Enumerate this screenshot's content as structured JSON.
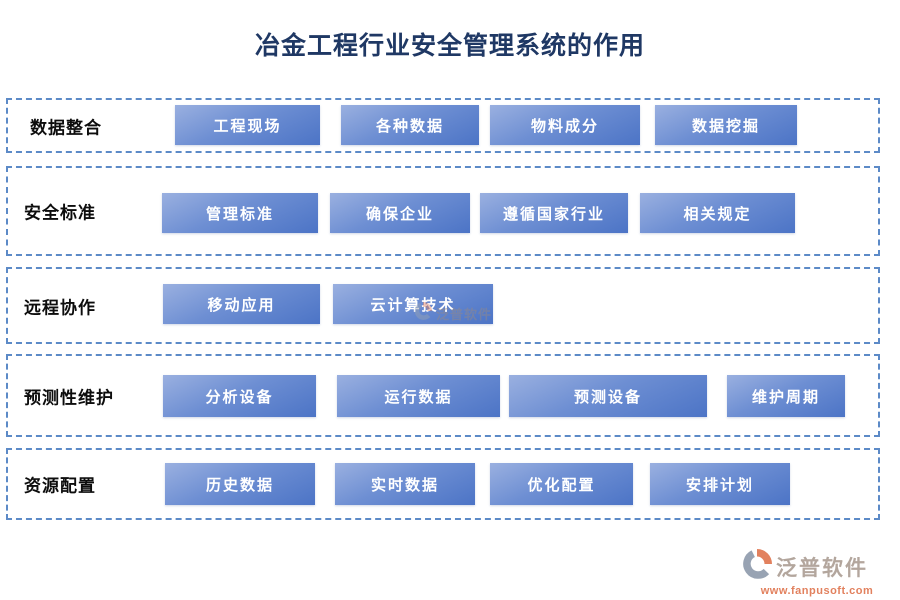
{
  "title": "冶金工程行业安全管理系统的作用",
  "rows": [
    {
      "label": "数据整合",
      "buttons": [
        "工程现场",
        "各种数据",
        "物料成分",
        "数据挖掘"
      ]
    },
    {
      "label": "安全标准",
      "buttons": [
        "管理标准",
        "确保企业",
        "遵循国家行业",
        "相关规定"
      ]
    },
    {
      "label": "远程协作",
      "buttons": [
        "移动应用",
        "云计算技术"
      ]
    },
    {
      "label": "预测性维护",
      "buttons": [
        "分析设备",
        "运行数据",
        "预测设备",
        "维护周期"
      ]
    },
    {
      "label": "资源配置",
      "buttons": [
        "历史数据",
        "实时数据",
        "优化配置",
        "安排计划"
      ]
    }
  ],
  "watermark": {
    "text": "泛普软件"
  },
  "footer": {
    "brand_name": "泛普软件",
    "brand_url": "www.fanpusoft.com"
  },
  "colors": {
    "title_text": "#1F3864",
    "row_border": "#5C8AC7",
    "button_gradient_start": "#9AB0E0",
    "button_gradient_end": "#4C74C6",
    "button_text": "#FFFFFF",
    "label_text": "#0D0D0D",
    "brand_orange": "#E2815E",
    "brand_gray": "#B3A69D"
  }
}
